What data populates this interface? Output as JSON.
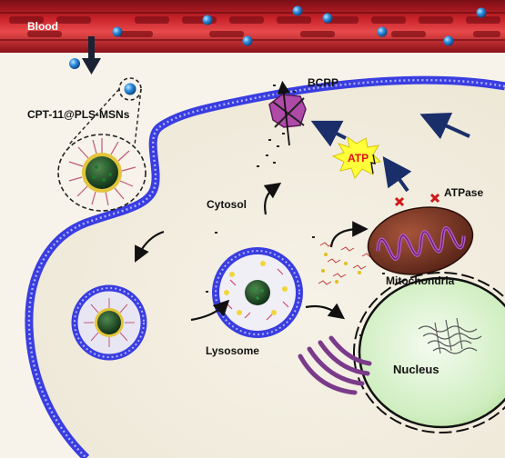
{
  "labels": {
    "blood": "Blood",
    "nanoparticle": "CPT-11@PLS-MSNs",
    "transporter": "BCRP",
    "energy": "ATP",
    "enzyme": "ATPase",
    "cytosol": "Cytosol",
    "mitochondria": "Mitochondria",
    "lysosome": "Lysosome",
    "nucleus": "Nucleus"
  },
  "colors": {
    "blood_vessel": "#b01b22",
    "vessel_highlight": "#e23a3c",
    "nanoparticle_blue": "#1f7fd0",
    "membrane_blue": "#3a3de0",
    "cytoplasm": "#f3efe2",
    "nucleus_green": "#bfe6a8",
    "mitochondria_brown": "#6b3020",
    "mito_inner_purple": "#8a3a9a",
    "bcrp_purple": "#b04aa8",
    "atp_burst": "#ffff3a",
    "atp_text": "#e01010",
    "arrow_navy": "#1a2f6a",
    "golgi_purple": "#7b3a8a",
    "inhibition_x": "#d01818"
  }
}
